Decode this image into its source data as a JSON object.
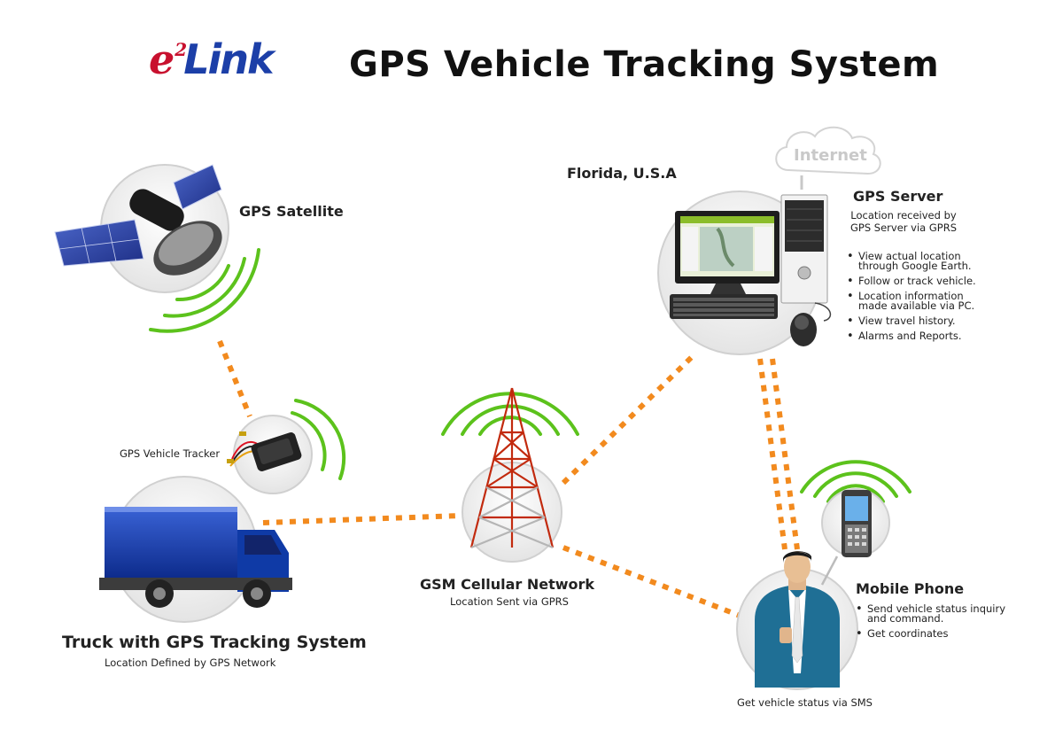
{
  "logo": {
    "prefix": "e",
    "superscript": "2",
    "name": "Link"
  },
  "title": "GPS Vehicle Tracking System",
  "location": "Florida, U.S.A",
  "satellite": {
    "label": "GPS Satellite"
  },
  "tracker": {
    "label": "GPS Vehicle Tracker"
  },
  "truck": {
    "label": "Truck with GPS Tracking System",
    "sub": "Location Defined by GPS Network"
  },
  "network": {
    "label": "GSM Cellular Network",
    "sub": "Location Sent via GPRS"
  },
  "internet": {
    "label": "Internet"
  },
  "server": {
    "label": "GPS Server",
    "sub_line1": "Location received by",
    "sub_line2": "GPS Server via GPRS",
    "bullets": [
      "View actual location through Google Earth.",
      "Follow or track vehicle.",
      "Location information made available via PC.",
      "View travel history.",
      "Alarms and Reports."
    ]
  },
  "phone": {
    "label": "Mobile Phone",
    "bullets": [
      "Send vehicle status inquiry and command.",
      "Get coordinates"
    ]
  },
  "user": {
    "sub": "Get vehicle status via SMS"
  },
  "colors": {
    "link": "#f28a1e",
    "signal": "#5cc21c",
    "node_bg": "#eeeeee",
    "logo_red": "#c8102e",
    "logo_blue": "#1c3fa8"
  }
}
